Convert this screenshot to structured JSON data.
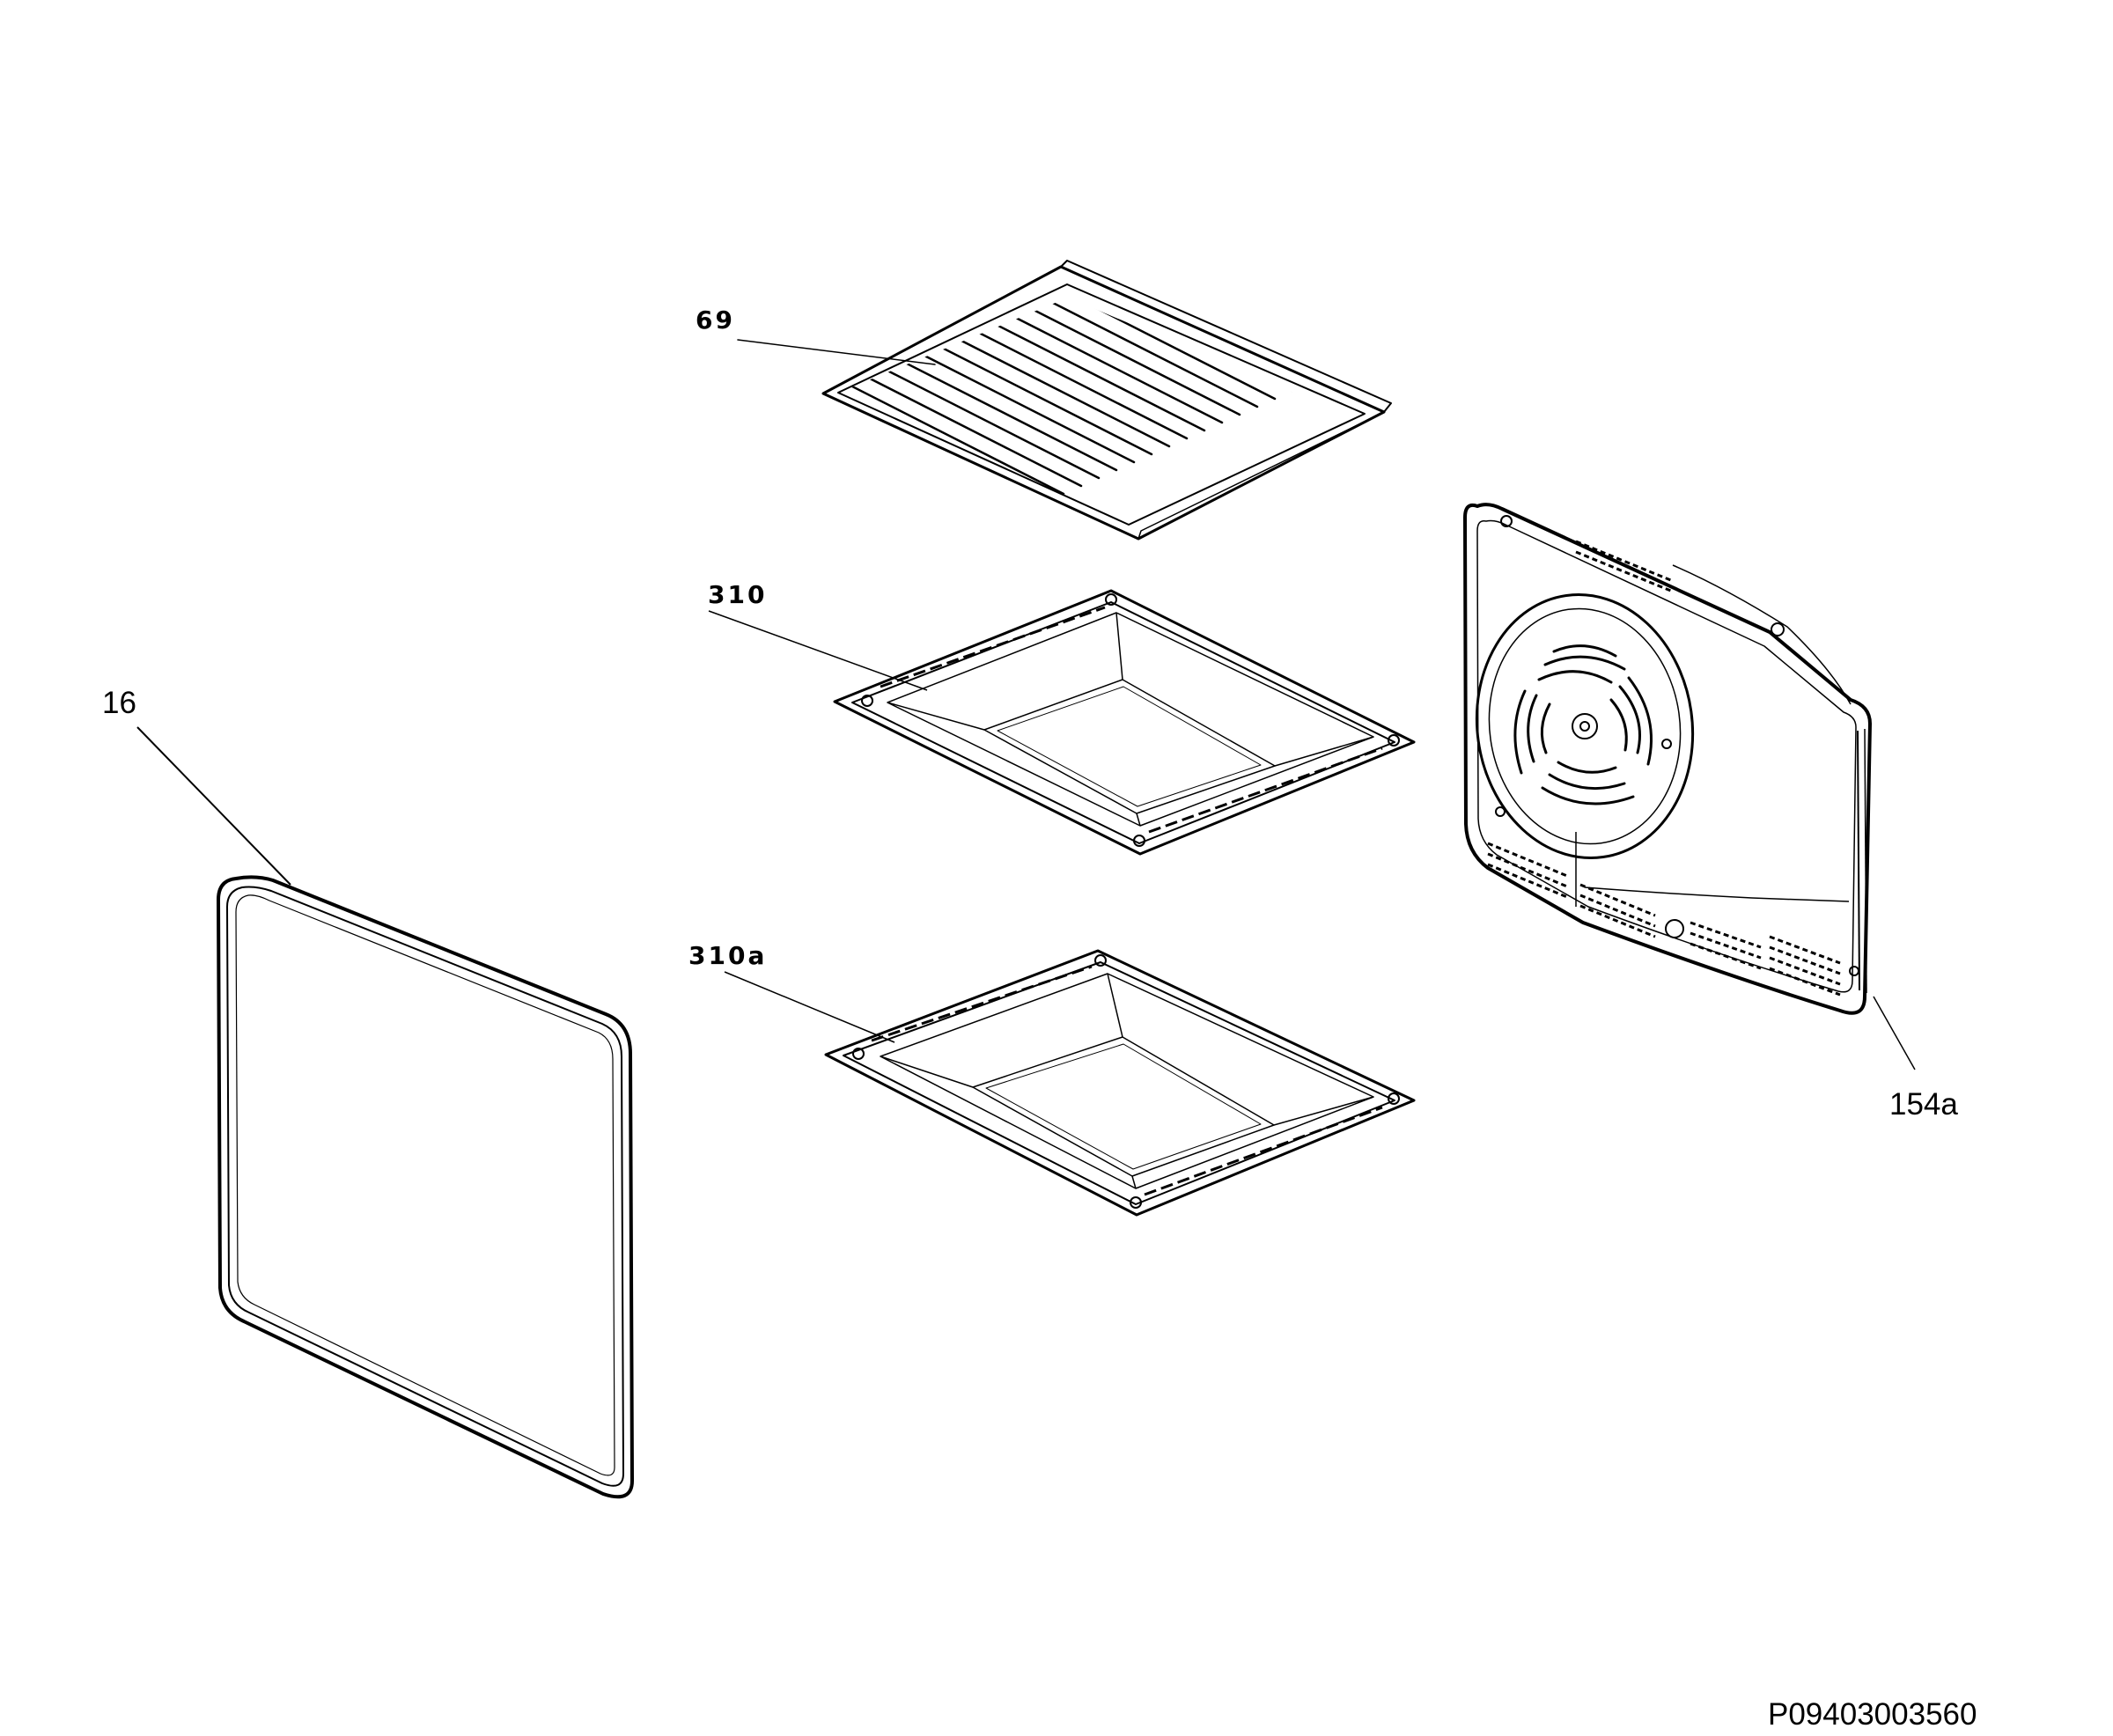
{
  "diagram": {
    "callouts": {
      "wire_shelf": "69",
      "baking_tray": "310",
      "deep_tray": "310a",
      "door_seal": "16",
      "fan_cover": "154a"
    },
    "drawing_code": "P09403003560"
  },
  "colors": {
    "line": "#000000",
    "background": "#ffffff",
    "fill": "#ffffff"
  }
}
